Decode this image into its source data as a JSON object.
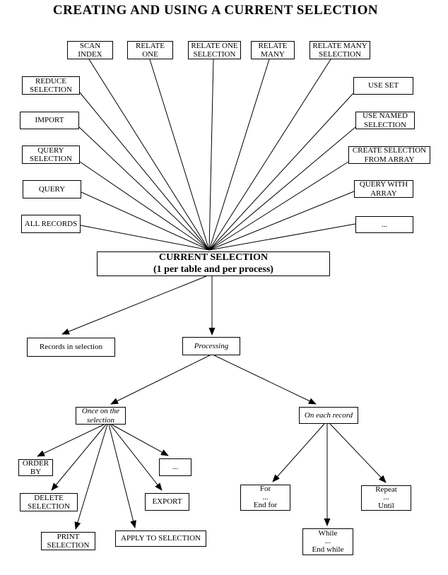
{
  "title": "CREATING AND USING A CURRENT SELECTION",
  "nodes": {
    "scan_index": "SCAN\nINDEX",
    "relate_one": "RELATE\nONE",
    "relate_one_selection": "RELATE ONE\nSELECTION",
    "relate_many": "RELATE\nMANY",
    "relate_many_selection": "RELATE MANY\nSELECTION",
    "reduce_selection": "REDUCE\nSELECTION",
    "import": "IMPORT",
    "query_selection": "QUERY\nSELECTION",
    "query": "QUERY",
    "all_records": "ALL RECORDS",
    "use_set": "USE SET",
    "use_named_selection": "USE NAMED\nSELECTION",
    "create_selection_from_array": "CREATE SELECTION\nFROM ARRAY",
    "query_with_array": "QUERY WITH\nARRAY",
    "more_creators": "...",
    "current_selection": "CURRENT SELECTION\n(1 per table and per process)",
    "records_in_selection": "Records in selection",
    "processing": "Processing",
    "once_on_selection": "Once on the\nselection",
    "on_each_record": "On each record",
    "order_by": "ORDER\nBY",
    "delete_selection": "DELETE\nSELECTION",
    "print_selection": "PRINT\nSELECTION",
    "more_once_ops": "...",
    "export": "EXPORT",
    "apply_to_selection": "APPLY TO SELECTION",
    "for_loop": "For\n...\nEnd for",
    "while_loop": "While\n...\nEnd while",
    "repeat_loop": "Repeat\n...\nUntil"
  },
  "edges": [
    {
      "from": "scan_index",
      "to": "current_selection"
    },
    {
      "from": "relate_one",
      "to": "current_selection"
    },
    {
      "from": "relate_one_selection",
      "to": "current_selection"
    },
    {
      "from": "relate_many",
      "to": "current_selection"
    },
    {
      "from": "relate_many_selection",
      "to": "current_selection"
    },
    {
      "from": "reduce_selection",
      "to": "current_selection"
    },
    {
      "from": "import",
      "to": "current_selection"
    },
    {
      "from": "query_selection",
      "to": "current_selection"
    },
    {
      "from": "query",
      "to": "current_selection"
    },
    {
      "from": "all_records",
      "to": "current_selection"
    },
    {
      "from": "use_set",
      "to": "current_selection"
    },
    {
      "from": "use_named_selection",
      "to": "current_selection"
    },
    {
      "from": "create_selection_from_array",
      "to": "current_selection"
    },
    {
      "from": "query_with_array",
      "to": "current_selection"
    },
    {
      "from": "more_creators",
      "to": "current_selection"
    },
    {
      "from": "current_selection",
      "to": "records_in_selection",
      "arrow": true
    },
    {
      "from": "current_selection",
      "to": "processing",
      "arrow": true
    },
    {
      "from": "processing",
      "to": "once_on_selection",
      "arrow": true
    },
    {
      "from": "processing",
      "to": "on_each_record",
      "arrow": true
    },
    {
      "from": "once_on_selection",
      "to": "order_by",
      "arrow": true
    },
    {
      "from": "once_on_selection",
      "to": "delete_selection",
      "arrow": true
    },
    {
      "from": "once_on_selection",
      "to": "print_selection",
      "arrow": true
    },
    {
      "from": "once_on_selection",
      "to": "more_once_ops",
      "arrow": true
    },
    {
      "from": "once_on_selection",
      "to": "export",
      "arrow": true
    },
    {
      "from": "once_on_selection",
      "to": "apply_to_selection",
      "arrow": true
    },
    {
      "from": "on_each_record",
      "to": "for_loop",
      "arrow": true
    },
    {
      "from": "on_each_record",
      "to": "while_loop",
      "arrow": true
    },
    {
      "from": "on_each_record",
      "to": "repeat_loop",
      "arrow": true
    }
  ],
  "colors": {
    "line": "#000000",
    "text": "#000000",
    "background": "#ffffff"
  }
}
